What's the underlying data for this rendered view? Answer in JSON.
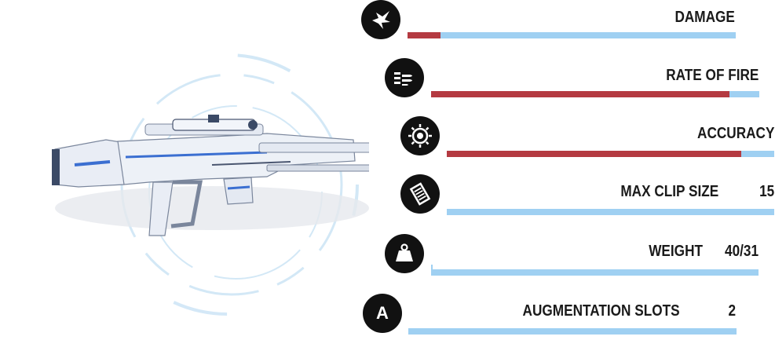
{
  "colors": {
    "bar_base": "#9fd0f2",
    "bar_fill": "#b43a41",
    "icon_bg": "#111111",
    "text": "#1a1a1a"
  },
  "stats": [
    {
      "id": "damage",
      "label": "DAMAGE",
      "value": "",
      "fill_fraction": 0.1,
      "icon": "damage-icon"
    },
    {
      "id": "rate-of-fire",
      "label": "RATE OF FIRE",
      "value": "",
      "fill_fraction": 0.91,
      "icon": "bullets-icon"
    },
    {
      "id": "accuracy",
      "label": "ACCURACY",
      "value": "",
      "fill_fraction": 0.9,
      "icon": "target-icon"
    },
    {
      "id": "max-clip-size",
      "label": "MAX CLIP SIZE",
      "value": "15",
      "fill_fraction": 0,
      "icon": "clip-icon"
    },
    {
      "id": "weight",
      "label": "WEIGHT",
      "value": "40/31",
      "fill_fraction": 0,
      "icon": "weight-icon"
    },
    {
      "id": "augmentation-slots",
      "label": "AUGMENTATION SLOTS",
      "value": "2",
      "fill_fraction": 0,
      "icon": "augmentation-icon",
      "icon_letter": "A"
    }
  ]
}
